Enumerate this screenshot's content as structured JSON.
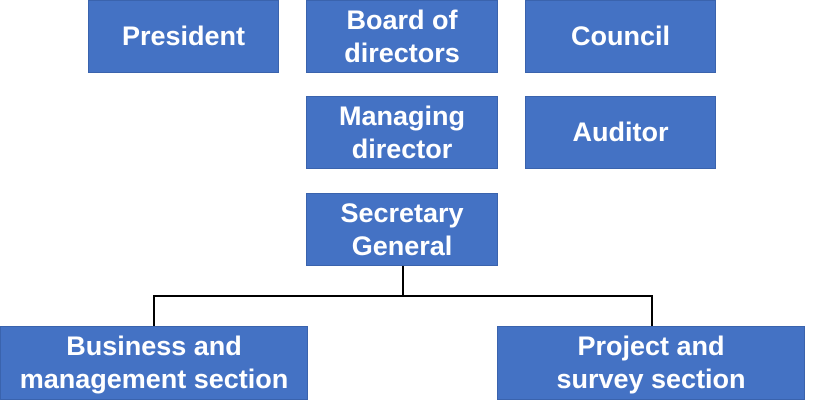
{
  "org_chart": {
    "boxes": {
      "president": "President",
      "board_of_directors": "Board of\ndirectors",
      "council": "Council",
      "managing_director": "Managing\ndirector",
      "auditor": "Auditor",
      "secretary_general": "Secretary\nGeneral",
      "business_section": "Business and\nmanagement section",
      "project_section": "Project and\nsurvey section"
    },
    "colors": {
      "box_fill": "#4472c4",
      "box_text": "#ffffff",
      "connector": "#000000"
    }
  }
}
